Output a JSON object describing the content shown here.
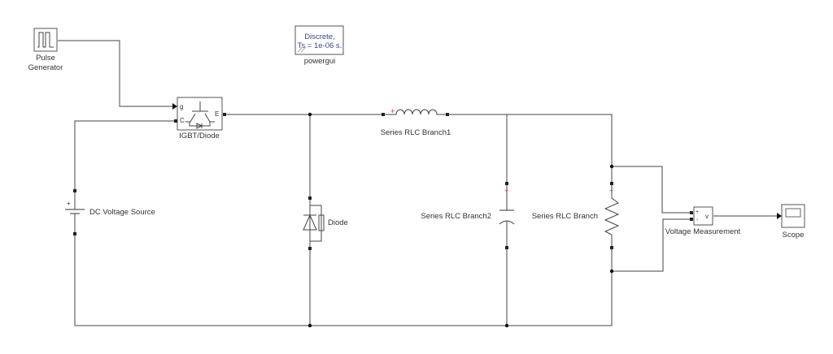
{
  "blocks": {
    "pulse_generator": {
      "label_line1": "Pulse",
      "label_line2": "Generator"
    },
    "powergui": {
      "line1": "Discrete,",
      "line2": "Ts = 1e-06 s.",
      "label": "powergui"
    },
    "igbt": {
      "label": "IGBT/Diode",
      "port_g": "g",
      "port_c": "C",
      "port_e": "E"
    },
    "dc_source": {
      "label": "DC Voltage Source",
      "plus": "+"
    },
    "diode": {
      "label": "Diode"
    },
    "rlc1": {
      "label": "Series RLC Branch1"
    },
    "rlc2": {
      "label": "Series RLC Branch2"
    },
    "rlc": {
      "label": "Series RLC Branch"
    },
    "voltage_measurement": {
      "label": "Voltage Measurement",
      "plus": "+",
      "minus": "-",
      "out": "v"
    },
    "scope": {
      "label": "Scope"
    }
  }
}
